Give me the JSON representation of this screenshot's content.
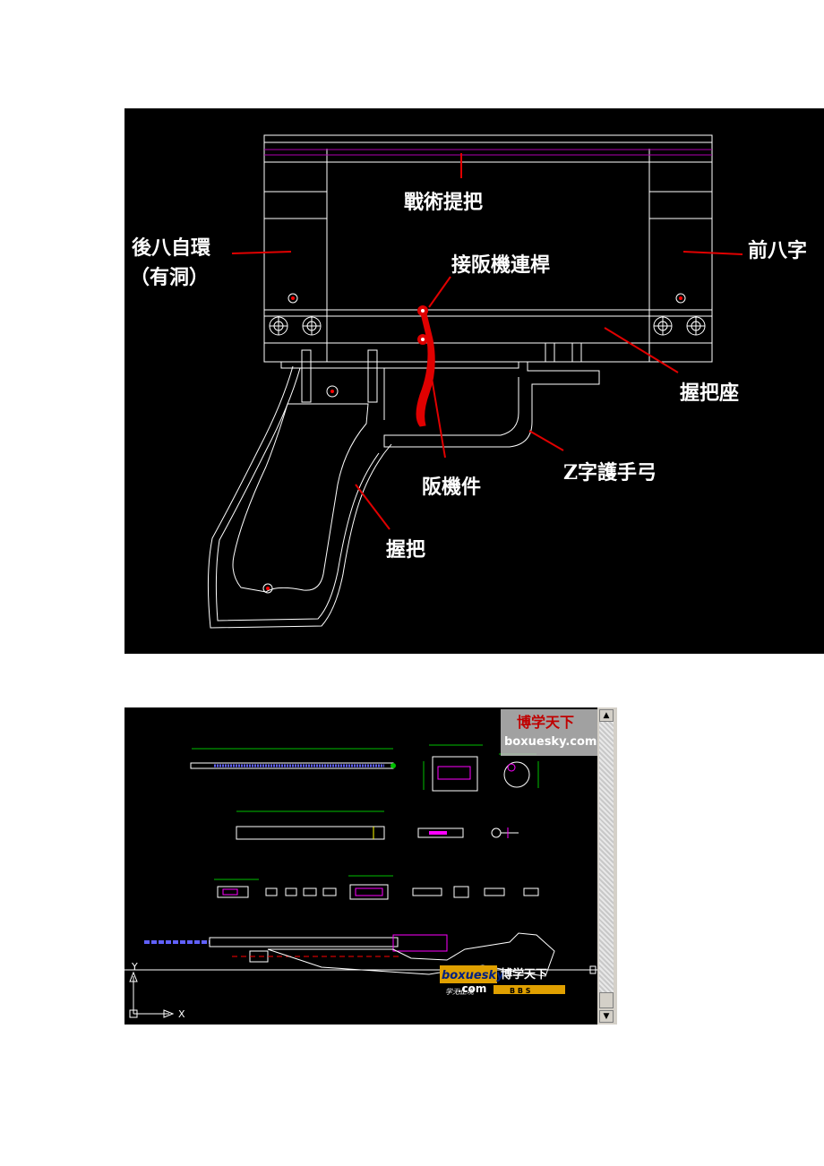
{
  "top_diagram": {
    "labels": {
      "tactical_handle": "戰術提把",
      "rear_ring": "後八自環",
      "rear_ring_note": "（有洞）",
      "front_ring": "前八字",
      "linkage_rod": "接阪機連桿",
      "grip_base": "握把座",
      "trigger_guard": "Z字護手弓",
      "trigger_part": "阪機件",
      "grip": "握把"
    },
    "colors": {
      "line": "#ffffff",
      "leader": "#ff0000",
      "accent": "#b000b0",
      "trigger": "#e00000"
    }
  },
  "bottom_view": {
    "watermark_cn": "博学天下",
    "watermark_url": "boxuesky.com",
    "logo_text": "boxuesky",
    "logo_cn": "博学天下",
    "logo_com": ".com",
    "logo_bbs": "B B S",
    "logo_tagline": "学无止境",
    "axis_y": "Y",
    "axis_x": "X",
    "scroll_up": "▲",
    "scroll_down": "▼"
  }
}
